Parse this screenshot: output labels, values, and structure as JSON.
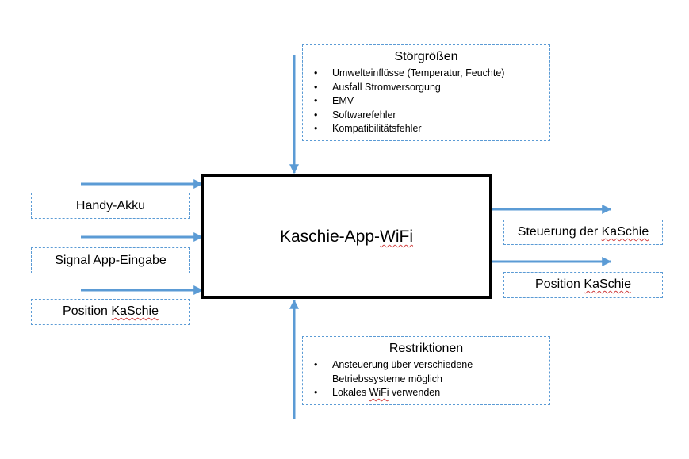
{
  "main_box": {
    "title_parts": [
      "Kaschie-App-",
      "WiFi"
    ]
  },
  "stoergroessen": {
    "title": "Störgrößen",
    "items": [
      "Umwelteinflüsse (Temperatur, Feuchte)",
      "Ausfall Stromversorgung",
      "EMV",
      "Softwarefehler",
      "Kompatibilitätsfehler"
    ]
  },
  "restriktionen": {
    "title": "Restriktionen",
    "items": [
      [
        "Ansteuerung über verschiedene",
        "Betriebssysteme möglich"
      ],
      [
        "Lokales ",
        "WiFi",
        " verwenden"
      ]
    ]
  },
  "inputs": [
    {
      "label": "Handy-Akku"
    },
    {
      "label": "Signal App-Eingabe"
    },
    {
      "label_parts": [
        "Position ",
        "KaSchie"
      ]
    }
  ],
  "outputs": [
    {
      "label_parts": [
        "Steuerung der ",
        "KaSchie"
      ]
    },
    {
      "label_parts": [
        "Position ",
        "KaSchie"
      ]
    }
  ],
  "colors": {
    "arrow": "#5b9bd5",
    "box_border": "#000000",
    "dashed_border": "#5b9bd5",
    "spellcheck": "#d04040"
  }
}
